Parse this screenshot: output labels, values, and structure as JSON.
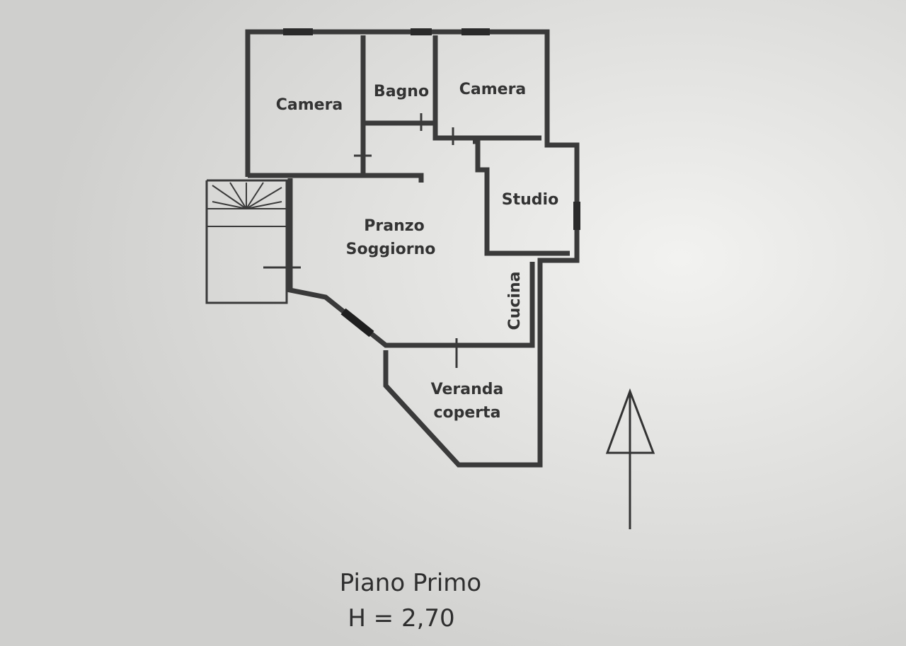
{
  "rooms": {
    "camera_left": "Camera",
    "bagno": "Bagno",
    "camera_right": "Camera",
    "studio": "Studio",
    "pranzo": "Pranzo",
    "soggiorno": "Soggiorno",
    "cucina": "Cucina",
    "veranda": "Veranda",
    "coperta": "coperta"
  },
  "caption": {
    "title": "Piano Primo",
    "height": "H = 2,70"
  },
  "icons": {
    "north": "north-arrow-icon",
    "stairs": "stairs-icon"
  }
}
